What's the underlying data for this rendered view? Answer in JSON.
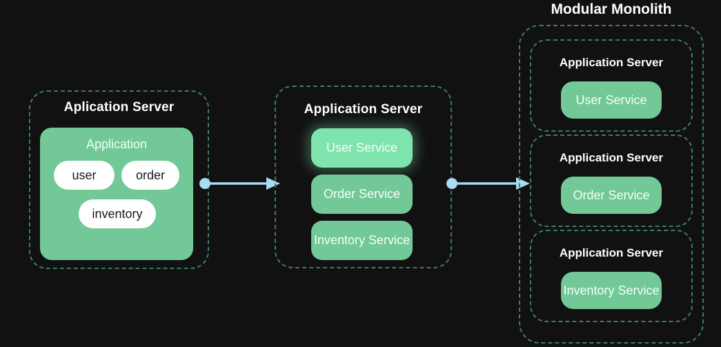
{
  "theme": {
    "background": "#111111",
    "dashed_border": "#3f7d5e",
    "green": "#72c896",
    "green_highlight": "#7fe3ae",
    "arrow": "#a8dcf5",
    "text": "#ffffff",
    "pill_text_dark": "#17181a"
  },
  "panels": {
    "monolith": {
      "title": "Aplication Server",
      "application": {
        "title": "Application",
        "modules": [
          {
            "label": "user"
          },
          {
            "label": "order"
          },
          {
            "label": "inventory"
          }
        ]
      }
    },
    "services": {
      "title": "Application Server",
      "items": [
        {
          "label": "User Service",
          "highlighted": true
        },
        {
          "label": "Order Service",
          "highlighted": false
        },
        {
          "label": "Inventory Service",
          "highlighted": false
        }
      ]
    },
    "modular_monolith": {
      "title": "Modular Monolith",
      "groups": [
        {
          "title": "Application Server",
          "service": "User Service"
        },
        {
          "title": "Application Server",
          "service": "Order Service"
        },
        {
          "title": "Application Server",
          "service": "Inventory Service"
        }
      ]
    }
  },
  "connectors": [
    {
      "name": "arrow-monolith-to-services"
    },
    {
      "name": "arrow-services-to-modular"
    }
  ]
}
